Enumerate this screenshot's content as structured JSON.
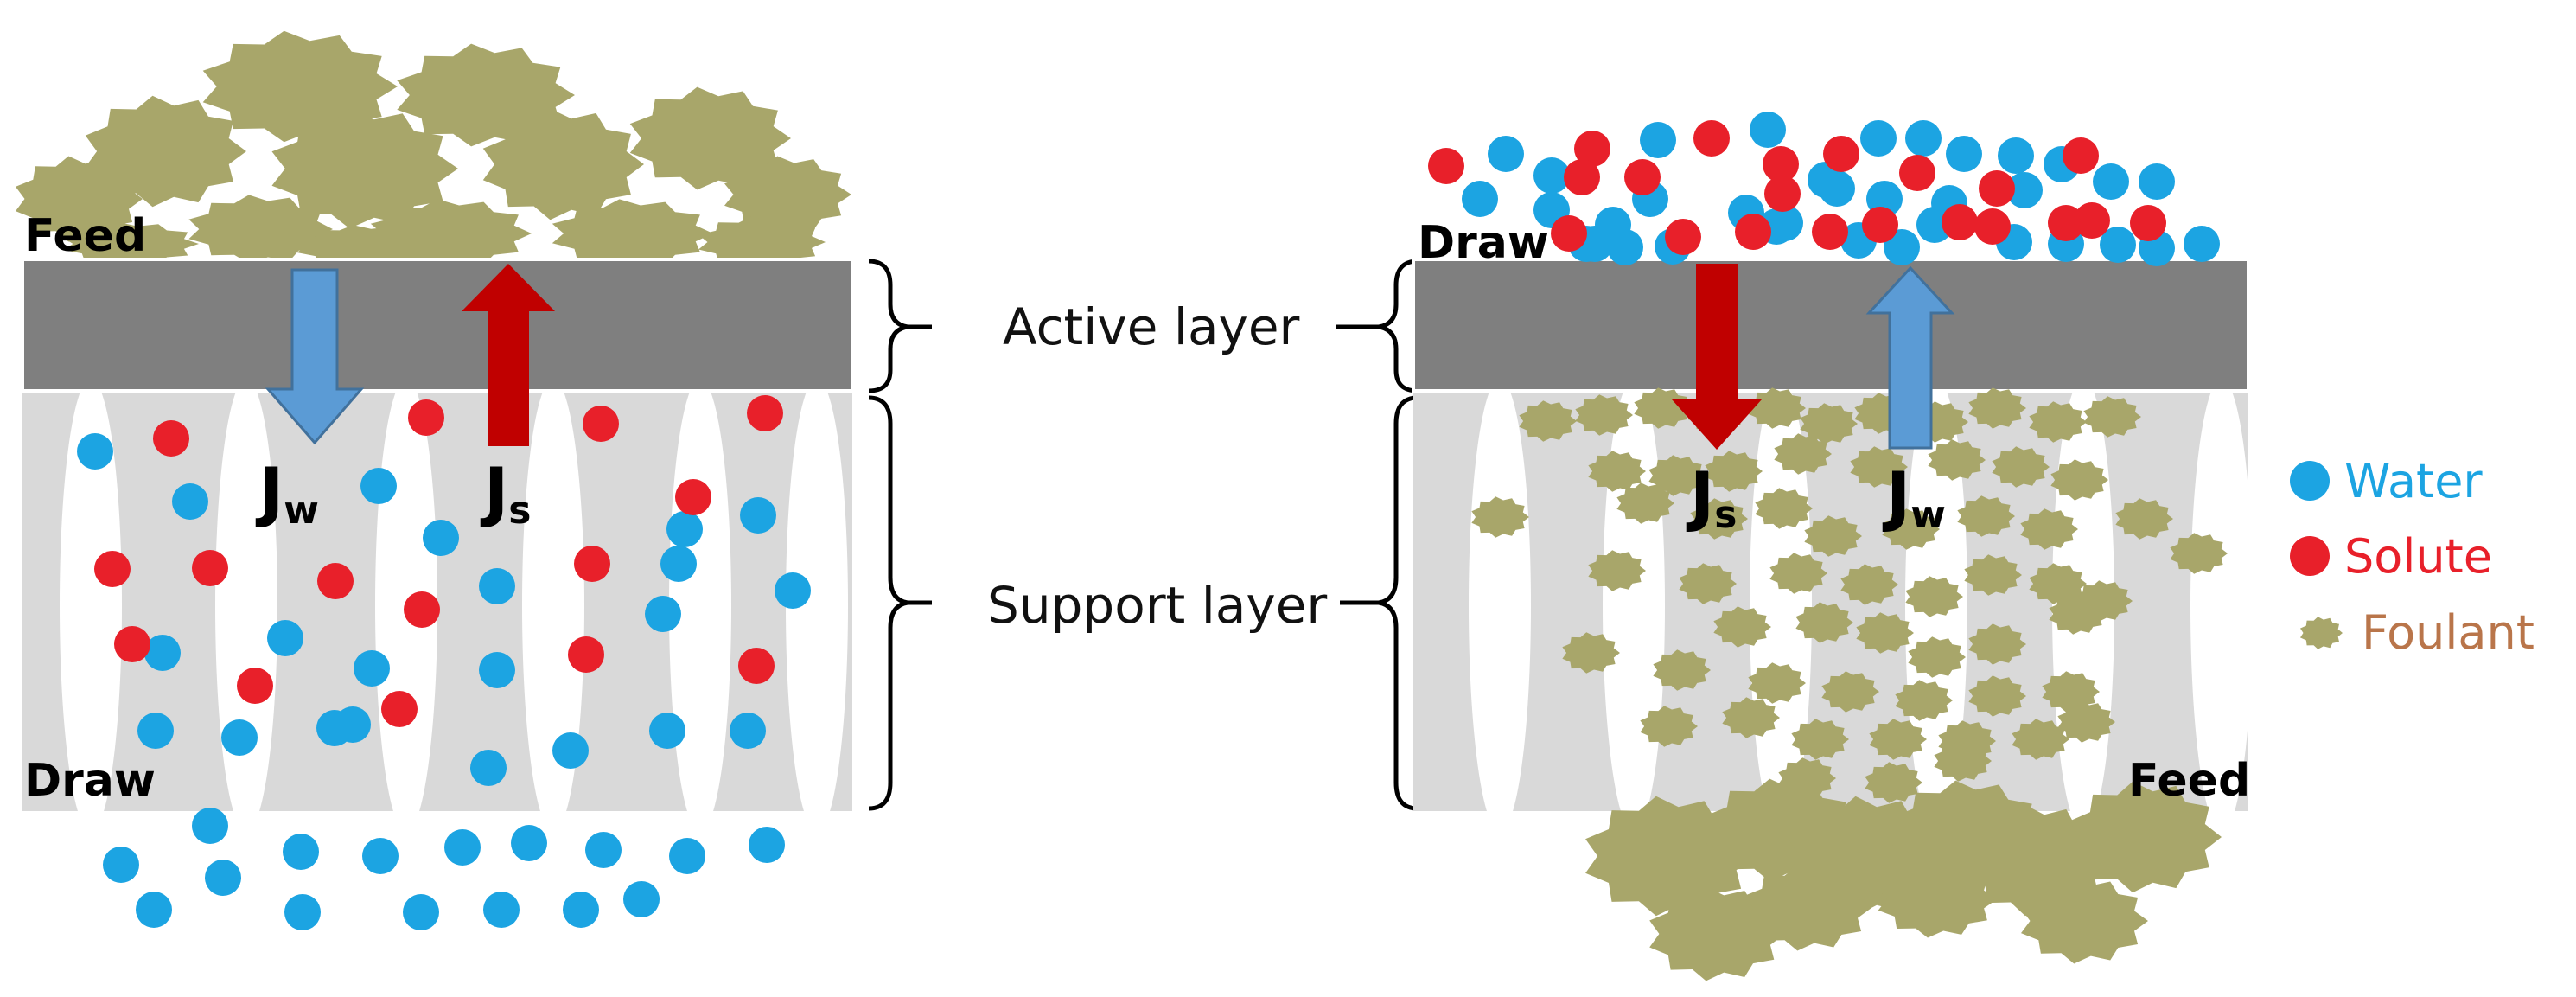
{
  "labels": {
    "left_top": "Feed",
    "left_bottom": "Draw",
    "right_top": "Draw",
    "right_bottom": "Feed",
    "active_layer": "Active layer",
    "support_layer": "Support layer"
  },
  "flux": {
    "left_water": {
      "main": "J",
      "sub": "w"
    },
    "left_solute": {
      "main": "J",
      "sub": "s"
    },
    "right_solute": {
      "main": "J",
      "sub": "s"
    },
    "right_water": {
      "main": "J",
      "sub": "w"
    }
  },
  "legend": [
    {
      "label": "Water",
      "color": "#1ca4e2",
      "icon": "water-dot-icon"
    },
    {
      "label": "Solute",
      "color": "#e8202a",
      "icon": "solute-dot-icon"
    },
    {
      "label": "Foulant",
      "color": "#b9754a",
      "icon": "foulant-icon"
    }
  ],
  "colors": {
    "water": "#1ca4e2",
    "solute": "#e8202a",
    "foulant": "#a8a66a",
    "active_layer": "#7f7f7f",
    "support_layer": "#d9d9d9",
    "water_arrow": "#5b9bd5",
    "solute_arrow": "#c00000"
  }
}
